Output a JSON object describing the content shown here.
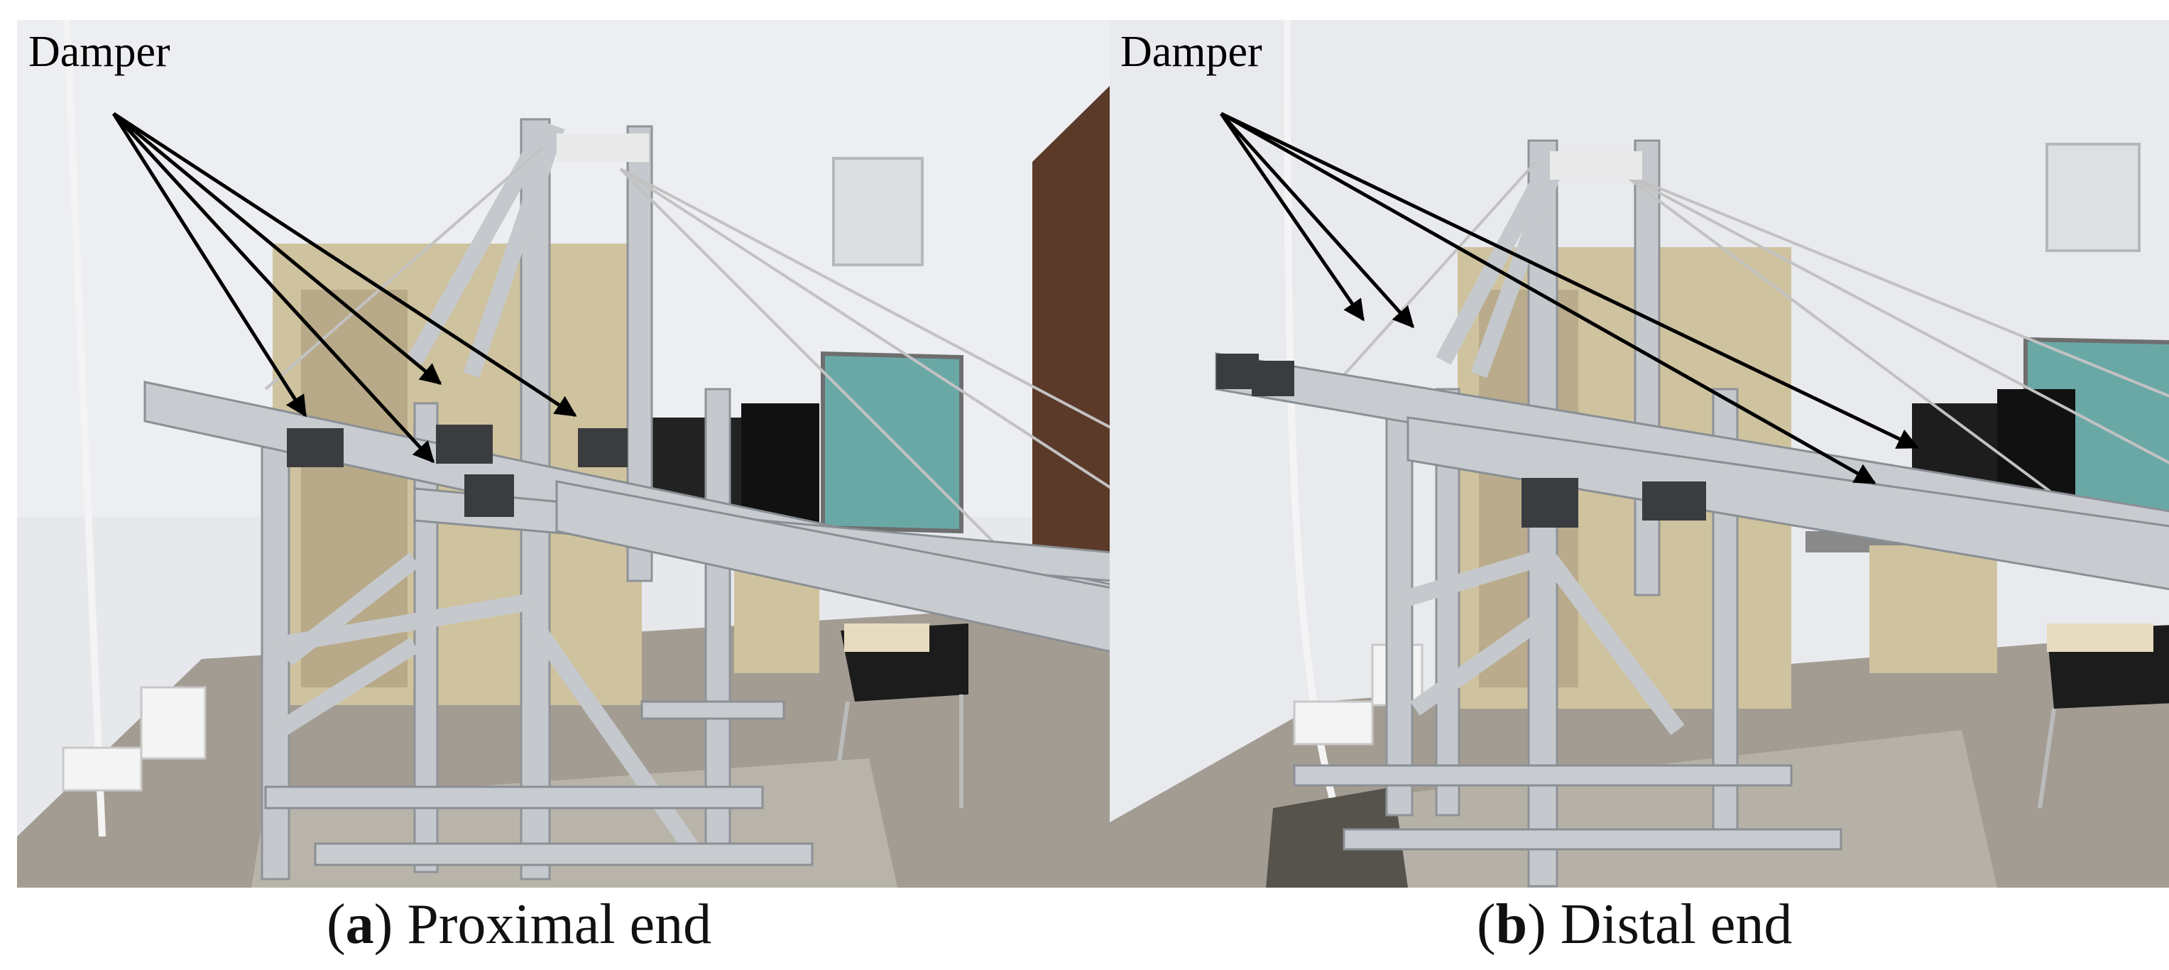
{
  "panels": [
    {
      "id": "a",
      "label": "Damper",
      "caption_letter": "a",
      "caption_text": "Proximal end",
      "damper_count": 4
    },
    {
      "id": "b",
      "label": "Damper",
      "caption_letter": "b",
      "caption_text": "Distal end",
      "damper_count": 4
    }
  ],
  "colors": {
    "wall": "#e4e6ea",
    "floor": "#a09a90",
    "aluminum": "#c4c8cc",
    "cabinet": "#cdbf9a",
    "board": "#6fa9a6",
    "door": "#5a3a2a",
    "arrow": "#000000"
  }
}
